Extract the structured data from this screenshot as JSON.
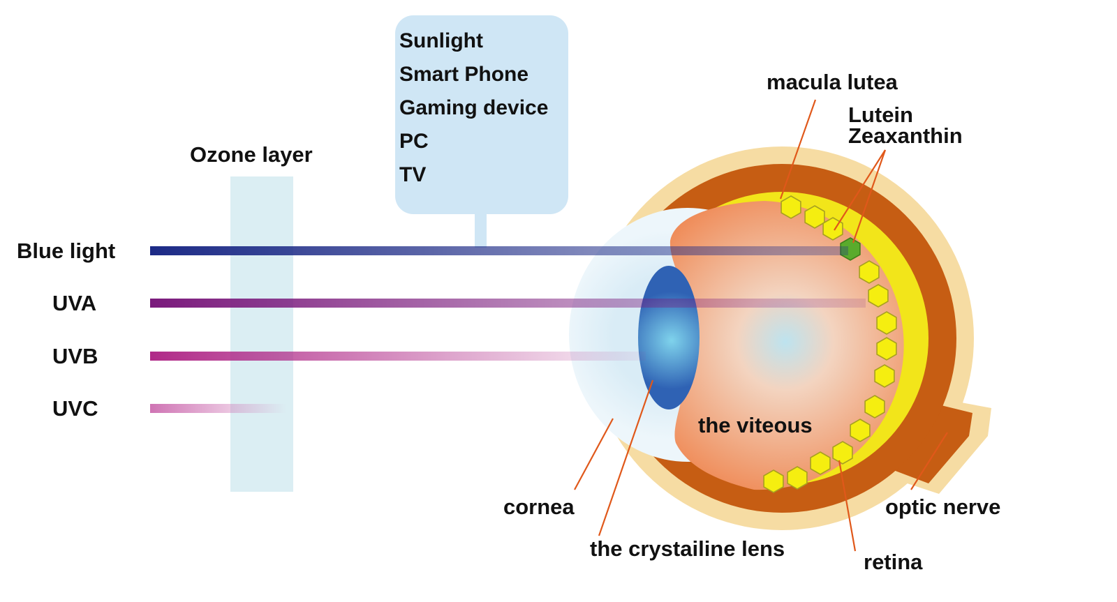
{
  "rays": [
    {
      "label": "Blue light",
      "color": "#1c2a86"
    },
    {
      "label": "UVA",
      "color": "#7a1a7c"
    },
    {
      "label": "UVB",
      "color": "#b02a88"
    },
    {
      "label": "UVC",
      "color": "#cf74b4"
    }
  ],
  "ozone": {
    "label": "Ozone layer"
  },
  "sources": {
    "items": [
      "Sunlight",
      "Smart Phone",
      "Gaming device",
      "PC",
      "TV"
    ]
  },
  "eye_labels": {
    "macula": "macula lutea",
    "lutein": "Lutein",
    "zeaxanthin": "Zeaxanthin",
    "vitreous": "the viteous",
    "cornea": "cornea",
    "lens": "the crystailine lens",
    "retina": "retina",
    "optic_nerve": "optic nerve"
  },
  "colors": {
    "sclera_outer": "#f6dca3",
    "choroid": "#c65d13",
    "pigment_yellow": "#f2e51a",
    "pigment_green": "#5aab2c",
    "callout_line": "#e0581a",
    "source_box": "#cfe6f5",
    "ozone_band": "#dbeef3"
  }
}
